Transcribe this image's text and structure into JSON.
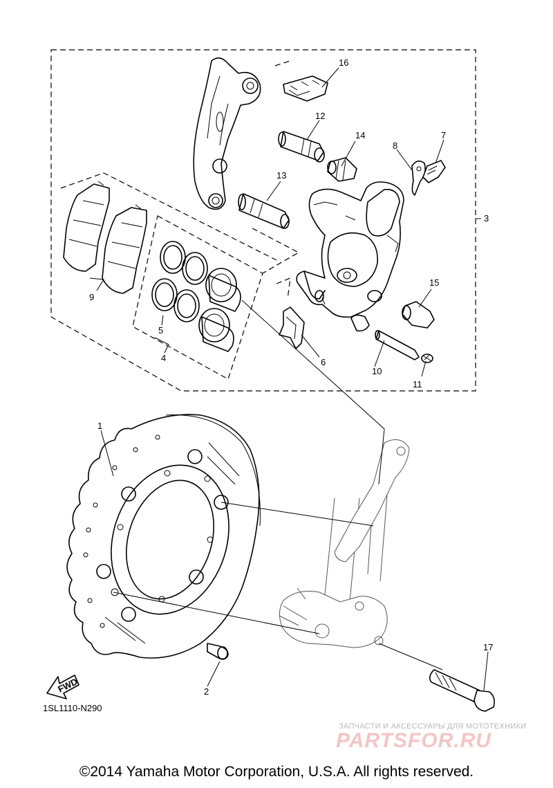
{
  "callouts": [
    {
      "id": "c1",
      "label": "1"
    },
    {
      "id": "c2",
      "label": "2"
    },
    {
      "id": "c3",
      "label": "3"
    },
    {
      "id": "c4",
      "label": "4"
    },
    {
      "id": "c5",
      "label": "5"
    },
    {
      "id": "c6",
      "label": "6"
    },
    {
      "id": "c7",
      "label": "7"
    },
    {
      "id": "c8",
      "label": "8"
    },
    {
      "id": "c9",
      "label": "9"
    },
    {
      "id": "c10",
      "label": "10"
    },
    {
      "id": "c11",
      "label": "11"
    },
    {
      "id": "c12",
      "label": "12"
    },
    {
      "id": "c13",
      "label": "13"
    },
    {
      "id": "c14",
      "label": "14"
    },
    {
      "id": "c15",
      "label": "15"
    },
    {
      "id": "c16",
      "label": "16"
    },
    {
      "id": "c17",
      "label": "17"
    }
  ],
  "direction_label": "FWD",
  "diagram_code": "1SL1110-N290",
  "watermark": {
    "tagline": "ЗАПЧАСТИ И АКСЕССУАРЫ ДЛЯ МОТОТЕХНИКИ",
    "logo_text": "PARTSFOR.RU"
  },
  "copyright": "©2014 Yamaha Motor Corporation, U.S.A. All rights reserved."
}
